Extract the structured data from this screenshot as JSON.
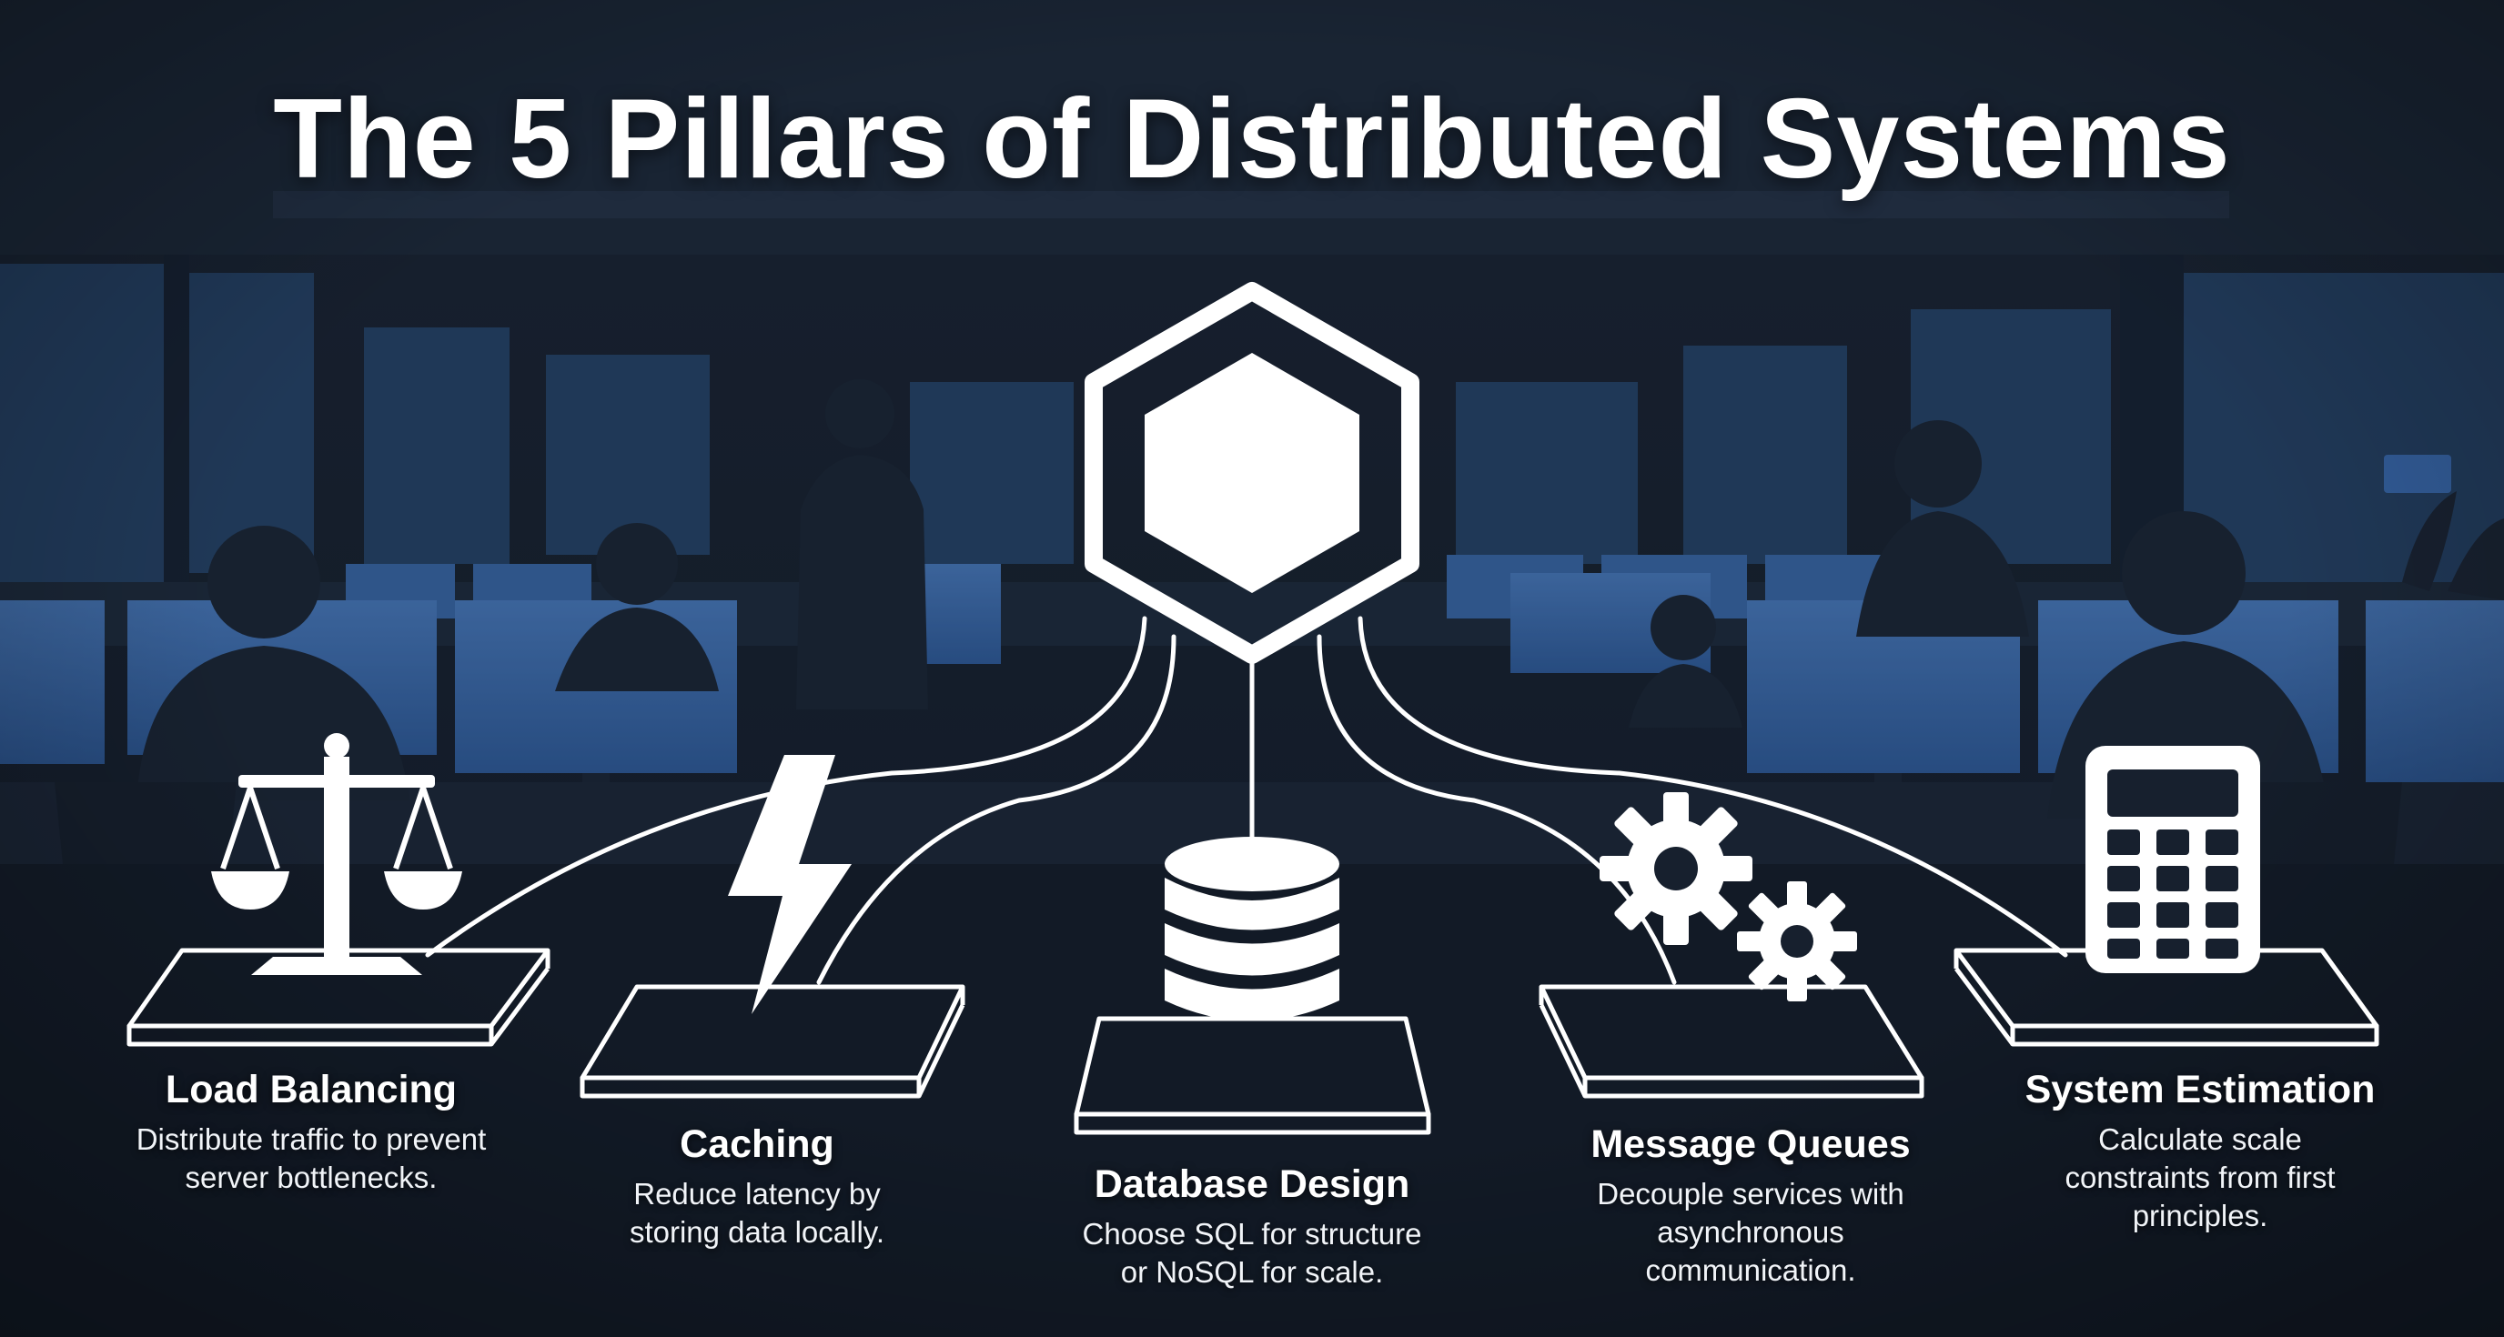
{
  "title": "The 5 Pillars of Distributed Systems",
  "central_node": {
    "icon": "hexagon-icon"
  },
  "pillars": [
    {
      "name": "Load Balancing",
      "desc_lines": [
        "Distribute traffic to prevent",
        "server bottlenecks."
      ],
      "icon": "scales-icon"
    },
    {
      "name": "Caching",
      "desc_lines": [
        "Reduce latency by",
        "storing data locally."
      ],
      "icon": "lightning-bolt-icon"
    },
    {
      "name": "Database Design",
      "desc_lines": [
        "Choose SQL for structure",
        "or NoSQL for scale."
      ],
      "icon": "database-icon"
    },
    {
      "name": "Message Queues",
      "desc_lines": [
        "Decouple services with",
        "asynchronous",
        "communication."
      ],
      "icon": "gears-icon"
    },
    {
      "name": "System Estimation",
      "desc_lines": [
        "Calculate scale",
        "constraints from first",
        "principles."
      ],
      "icon": "calculator-icon"
    }
  ],
  "colors": {
    "background": "#141d2b",
    "monitor_blue": "#3d6fb4",
    "line": "#ffffff",
    "text": "#ffffff"
  }
}
